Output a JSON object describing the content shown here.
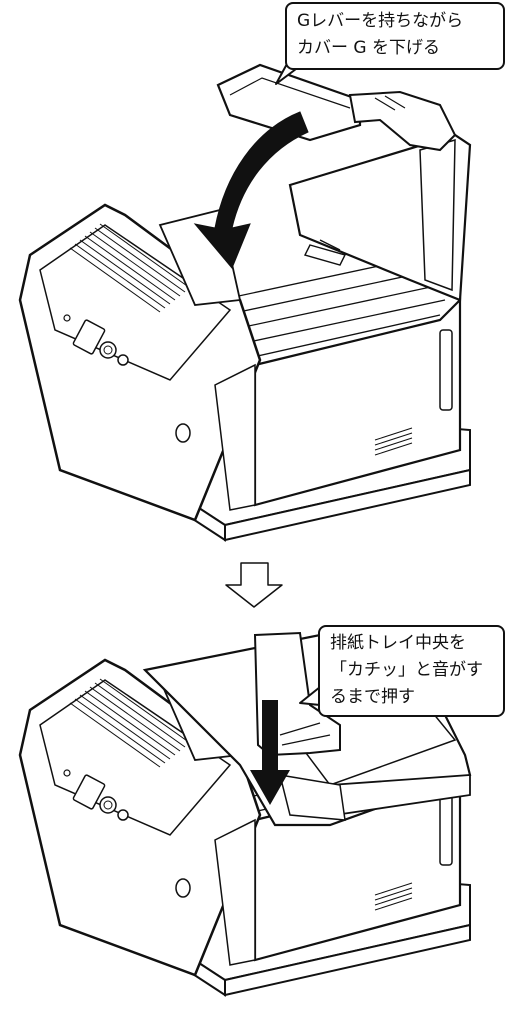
{
  "steps": [
    {
      "id": "step1",
      "caption_lines": [
        "Gレバーを持ちながら",
        "カバー G を下げる"
      ]
    },
    {
      "id": "step2",
      "caption_lines": [
        "排紙トレイ中央を",
        "「カチッ」と音がす",
        "るまで押す"
      ]
    }
  ],
  "colors": {
    "line": "#111111",
    "background": "#ffffff",
    "arrow": "#111111"
  },
  "icons": {
    "step_arrow": "down-outline-arrow-icon",
    "action_arrow": "curved-black-arrow-icon"
  }
}
